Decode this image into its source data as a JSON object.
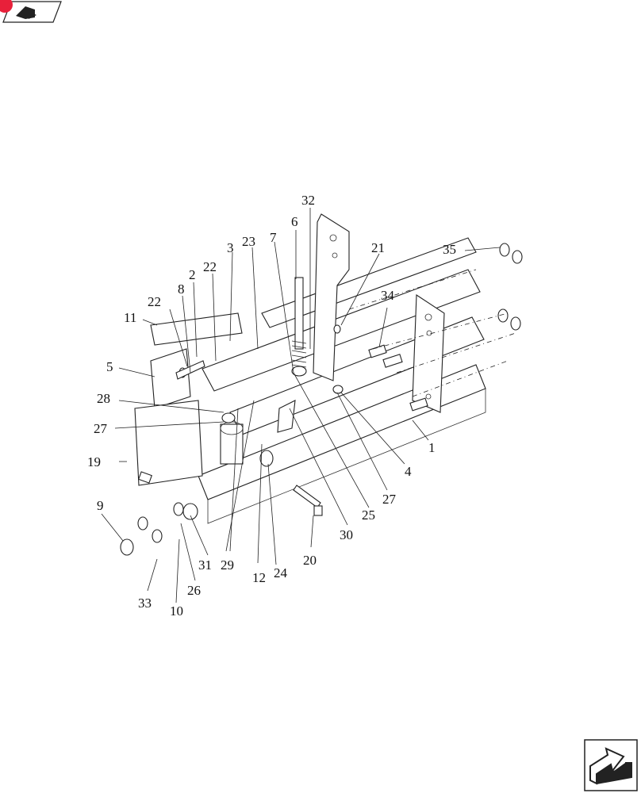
{
  "header": {
    "tab_icon": "manual-page-icon",
    "badge_color": "#e8203a"
  },
  "footer": {
    "nav_icon": "arrow-next-icon"
  },
  "diagram": {
    "callouts": [
      {
        "id": "c32",
        "label": "32"
      },
      {
        "id": "c6",
        "label": "6"
      },
      {
        "id": "c7",
        "label": "7"
      },
      {
        "id": "c21",
        "label": "21"
      },
      {
        "id": "c35",
        "label": "35"
      },
      {
        "id": "c23",
        "label": "23"
      },
      {
        "id": "c3",
        "label": "3"
      },
      {
        "id": "c22a",
        "label": "22"
      },
      {
        "id": "c2",
        "label": "2"
      },
      {
        "id": "c8",
        "label": "8"
      },
      {
        "id": "c22b",
        "label": "22"
      },
      {
        "id": "c11",
        "label": "11"
      },
      {
        "id": "c34",
        "label": "34"
      },
      {
        "id": "c5",
        "label": "5"
      },
      {
        "id": "c28",
        "label": "28"
      },
      {
        "id": "c27a",
        "label": "27"
      },
      {
        "id": "c1",
        "label": "1"
      },
      {
        "id": "c19",
        "label": "19"
      },
      {
        "id": "c4",
        "label": "4"
      },
      {
        "id": "c27b",
        "label": "27"
      },
      {
        "id": "c25",
        "label": "25"
      },
      {
        "id": "c9",
        "label": "9"
      },
      {
        "id": "c30",
        "label": "30"
      },
      {
        "id": "c20",
        "label": "20"
      },
      {
        "id": "c31",
        "label": "31"
      },
      {
        "id": "c29",
        "label": "29"
      },
      {
        "id": "c12",
        "label": "12"
      },
      {
        "id": "c24",
        "label": "24"
      },
      {
        "id": "c26",
        "label": "26"
      },
      {
        "id": "c33",
        "label": "33"
      },
      {
        "id": "c10",
        "label": "10"
      }
    ]
  }
}
